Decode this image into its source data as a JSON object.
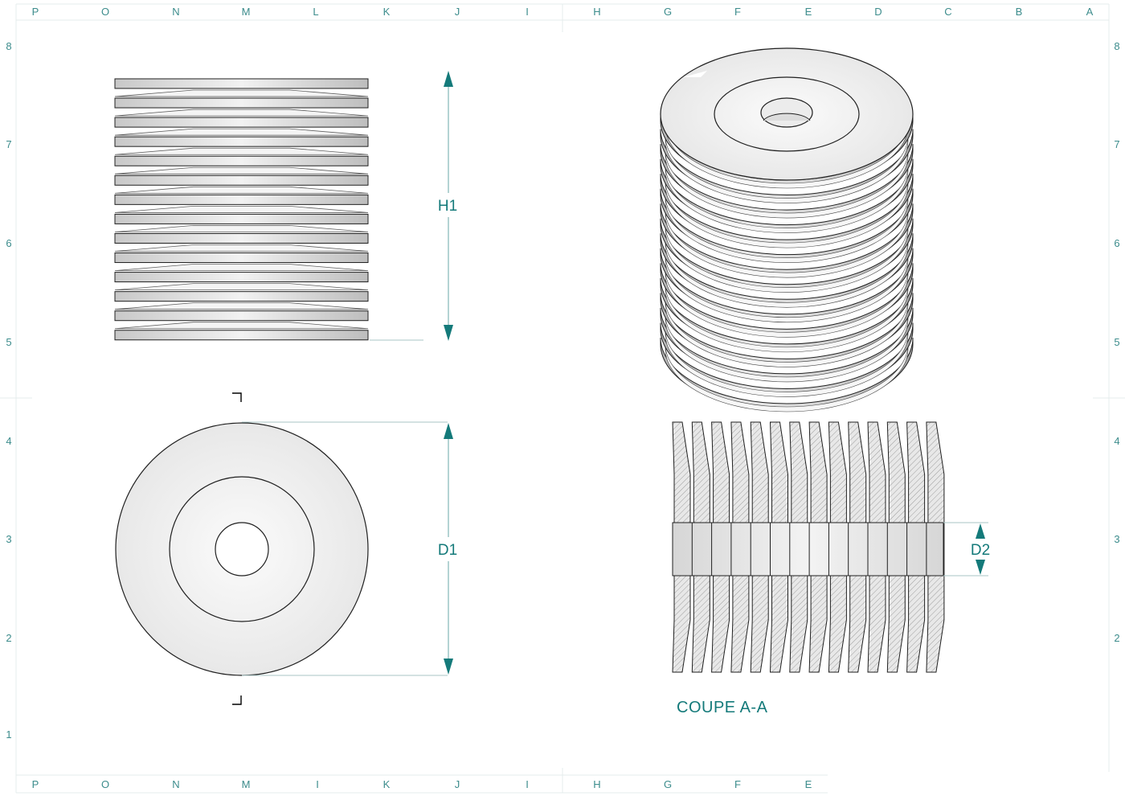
{
  "sheet": {
    "columns_top": [
      "P",
      "O",
      "N",
      "M",
      "L",
      "K",
      "J",
      "I",
      "H",
      "G",
      "F",
      "E",
      "D",
      "C",
      "B",
      "A"
    ],
    "columns_bottom": [
      "P",
      "O",
      "N",
      "M",
      "I",
      "K",
      "J",
      "I",
      "H",
      "G",
      "F",
      "E"
    ],
    "rows_left": [
      "8",
      "7",
      "6",
      "5",
      "4",
      "3",
      "2",
      "1"
    ],
    "rows_right": [
      "8",
      "7",
      "6",
      "5",
      "4",
      "3",
      "2"
    ]
  },
  "views": {
    "front": {
      "disc_count": 14
    },
    "isometric": {
      "disc_count": 15
    },
    "section": {
      "disc_count": 14,
      "title": "COUPE A-A"
    }
  },
  "dimensions": {
    "height": "H1",
    "outer_diameter": "D1",
    "inner_diameter": "D2"
  },
  "colors": {
    "dimension": "#147a7a",
    "grid_label": "#3c8c8c",
    "edge": "#202020",
    "hatch": "#8a8a8a"
  }
}
